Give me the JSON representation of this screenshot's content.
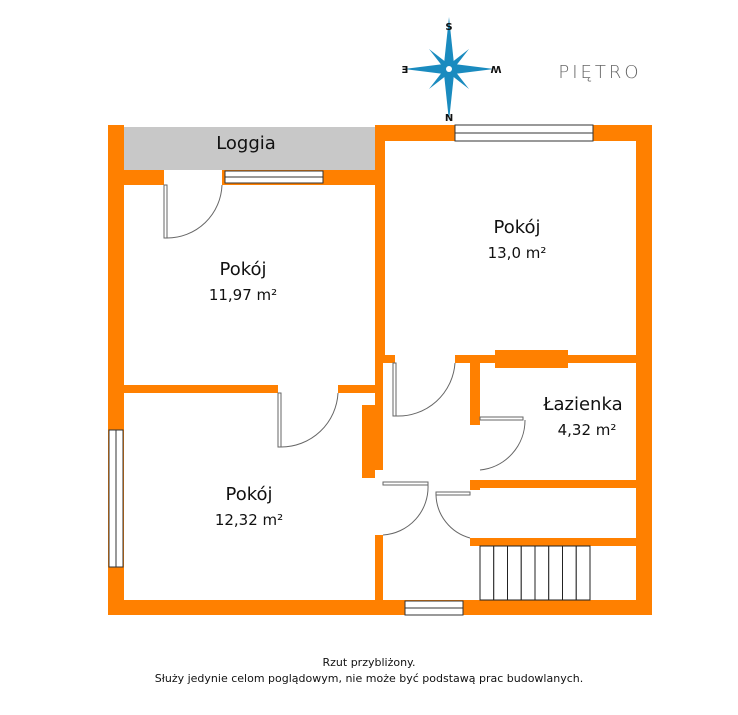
{
  "plan": {
    "title": "PIĘTRO",
    "compass": {
      "north": "N",
      "south": "S",
      "east": "E",
      "west": "W"
    },
    "rooms": [
      {
        "name": "Loggia",
        "area": ""
      },
      {
        "name": "Pokój",
        "area": "11,97 m²"
      },
      {
        "name": "Pokój",
        "area": "13,0 m²"
      },
      {
        "name": "Łazienka",
        "area": "4,32 m²"
      },
      {
        "name": "Pokój",
        "area": "12,32 m²"
      }
    ],
    "stairs_steps": 8
  },
  "colors": {
    "wall": "#ff8000",
    "loggia": "#c8c8c8",
    "compass": "#1a8bbf"
  },
  "footer": {
    "line1": "Rzut przybliżony.",
    "line2": "Służy jedynie celom poglądowym, nie może być podstawą prac budowlanych."
  }
}
